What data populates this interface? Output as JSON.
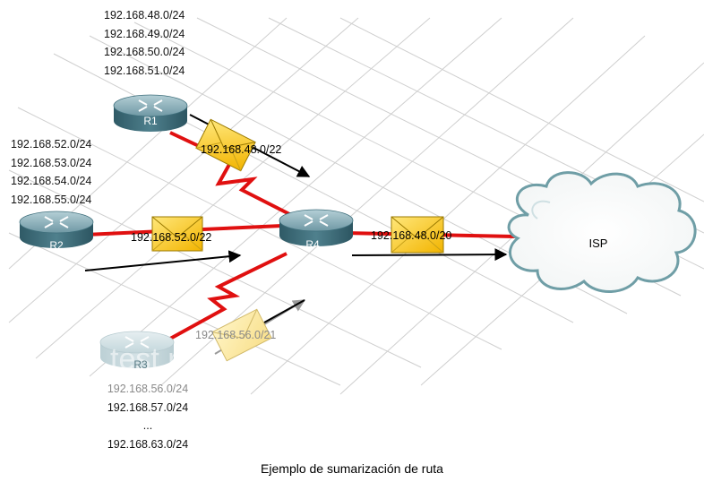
{
  "diagram": {
    "caption": "Ejemplo de sumarización de ruta",
    "routers": {
      "r1": "R1",
      "r2": "R2",
      "r3": "R3",
      "r4": "R4"
    },
    "cloud": "ISP",
    "watermark": "test r",
    "networks": {
      "r1": [
        "192.168.48.0/24",
        "192.168.49.0/24",
        "192.168.50.0/24",
        "192.168.51.0/24"
      ],
      "r2": [
        "192.168.52.0/24",
        "192.168.53.0/24",
        "192.168.54.0/24",
        "192.168.55.0/24"
      ],
      "r3": [
        "192.168.56.0/24",
        "192.168.57.0/24",
        "...",
        "192.168.63.0/24"
      ]
    },
    "updates": {
      "r1": "192.168.48.0/22",
      "r2": "192.168.52.0/22",
      "r3": "192.168.56.0/21",
      "r4": "192.168.48.0/20"
    },
    "colors": {
      "link": "#e01010",
      "envelope_fill": "#f7c81a",
      "router_top": "#8fb3bd",
      "router_body": "#3f6f7c"
    }
  }
}
